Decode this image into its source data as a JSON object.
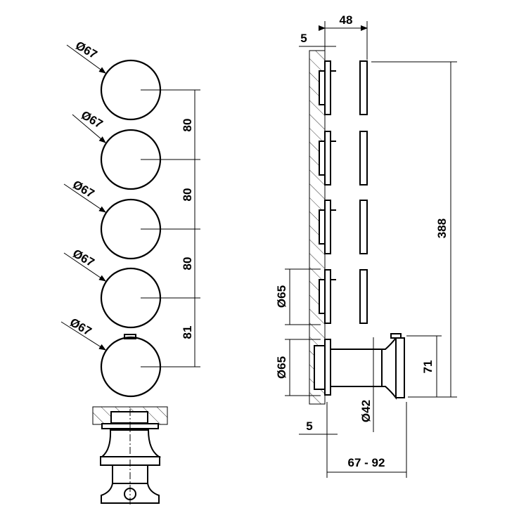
{
  "front_view": {
    "diameters": [
      "Ø67",
      "Ø67",
      "Ø67",
      "Ø67",
      "Ø67"
    ],
    "spacings": [
      "80",
      "80",
      "80",
      "81"
    ]
  },
  "side_view": {
    "depth_top": "48",
    "wall_offset_top": "5",
    "total_height": "388",
    "diameter_upper": "Ø65",
    "diameter_lower": "Ø65",
    "diverter_height": "71",
    "diverter_diameter": "Ø42",
    "wall_offset_bottom": "5",
    "depth_range": "67 - 92"
  }
}
